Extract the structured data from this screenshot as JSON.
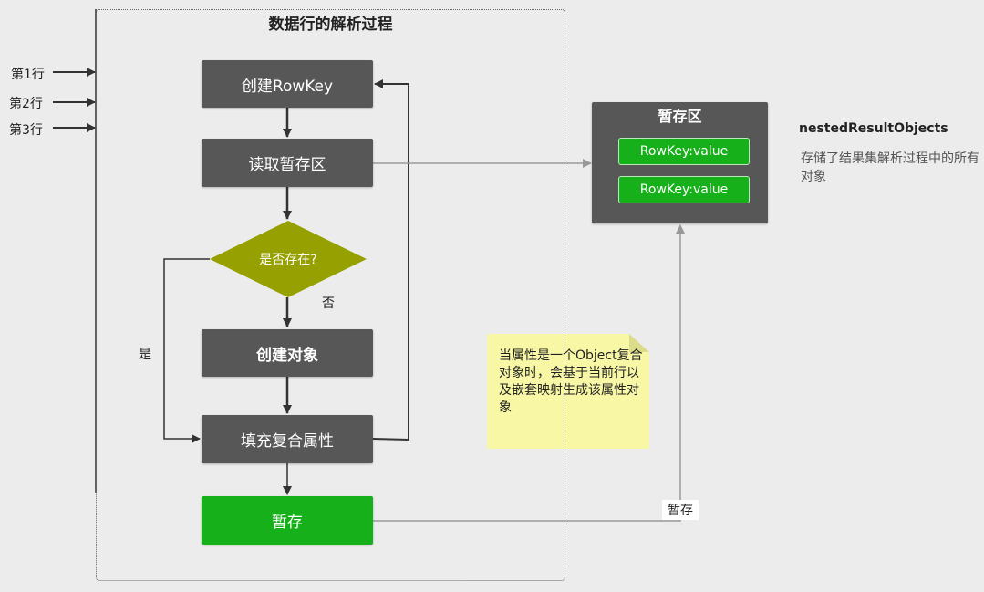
{
  "diagram": {
    "title": "数据行的解析过程",
    "rows": [
      "第1行",
      "第2行",
      "第3行"
    ],
    "steps": {
      "create_rowkey": "创建RowKey",
      "read_cache": "读取暂存区",
      "exists_question": "是否存在?",
      "create_object": "创建对象",
      "fill_properties": "填充复合属性",
      "store": "暂存"
    },
    "branch_labels": {
      "no": "否",
      "yes": "是"
    },
    "cache_area": {
      "title": "暂存区",
      "entries": [
        "RowKey:value",
        "RowKey:value"
      ]
    },
    "cache_note": {
      "name": "nestedResultObjects",
      "description": "存储了结果集解析过程中的所有对象"
    },
    "sticky_note": "当属性是一个Object复合对象时，会基于当前行以及嵌套映射生成该属性对象",
    "edge_label": "暂存",
    "colors": {
      "background": "#ececec",
      "node": "#575757",
      "decision": "#96a000",
      "accent_green": "#16b11a",
      "note_yellow": "#f7f7a6"
    }
  }
}
